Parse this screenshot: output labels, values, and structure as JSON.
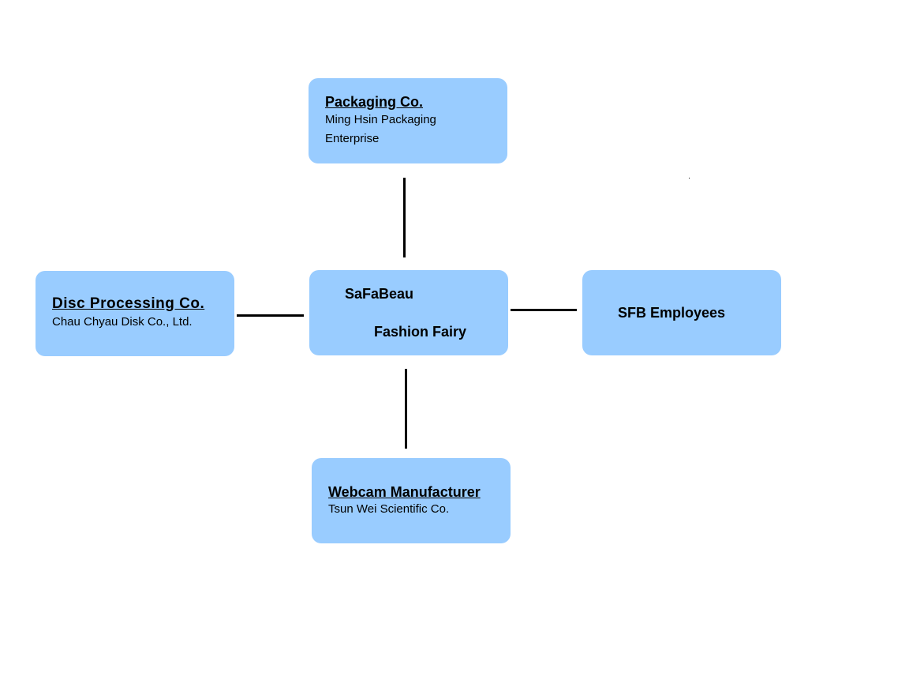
{
  "diagram": {
    "center": {
      "line1": "SaFaBeau",
      "line2": "Fashion Fairy"
    },
    "packaging": {
      "title": "Packaging Co.",
      "line1": "Ming Hsin Packaging",
      "line2": "Enterprise"
    },
    "disc": {
      "title": "Disc Processing Co.",
      "line1": "Chau Chyau Disk Co., Ltd."
    },
    "employees": {
      "title": "SFB Employees"
    },
    "webcam": {
      "title": "Webcam Manufacturer",
      "line1": "Tsun Wei Scientific Co."
    },
    "colors": {
      "box_fill": "#99ccff",
      "connector": "#000000",
      "background": "#ffffff"
    }
  }
}
